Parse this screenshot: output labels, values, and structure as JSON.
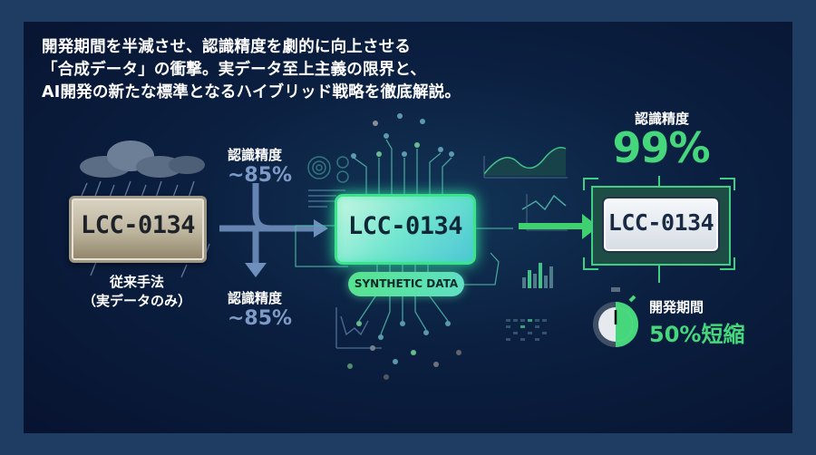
{
  "headline": {
    "lines": [
      "開発期間を半減させ、認識精度を劇的に向上させる",
      "「合成データ」の衝撃。実データ至上主義の限界と、",
      "AI開発の新たな標準となるハイブリッド戦略を徹底解説。"
    ]
  },
  "left": {
    "plate_text": "LCC-0134",
    "caption_line1": "従来手法",
    "caption_line2": "（実データのみ）",
    "icon": "rain-cloud-icon"
  },
  "branch": {
    "top_label": "認識精度",
    "top_value": "~85%",
    "bottom_label": "認識精度",
    "bottom_value": "~85%"
  },
  "center": {
    "plate_text": "LCC-0134",
    "badge": "SYNTHETIC DATA"
  },
  "right": {
    "accuracy_label": "認識精度",
    "accuracy_value": "99%",
    "plate_text": "LCC-0134",
    "dev_label": "開発期間",
    "dev_value": "50%短縮",
    "icon": "stopwatch-icon"
  },
  "colors": {
    "frame": "#1f3d63",
    "panel": "#0b1f40",
    "accent_green": "#46d77c",
    "muted_blue": "#7d9bc6"
  }
}
